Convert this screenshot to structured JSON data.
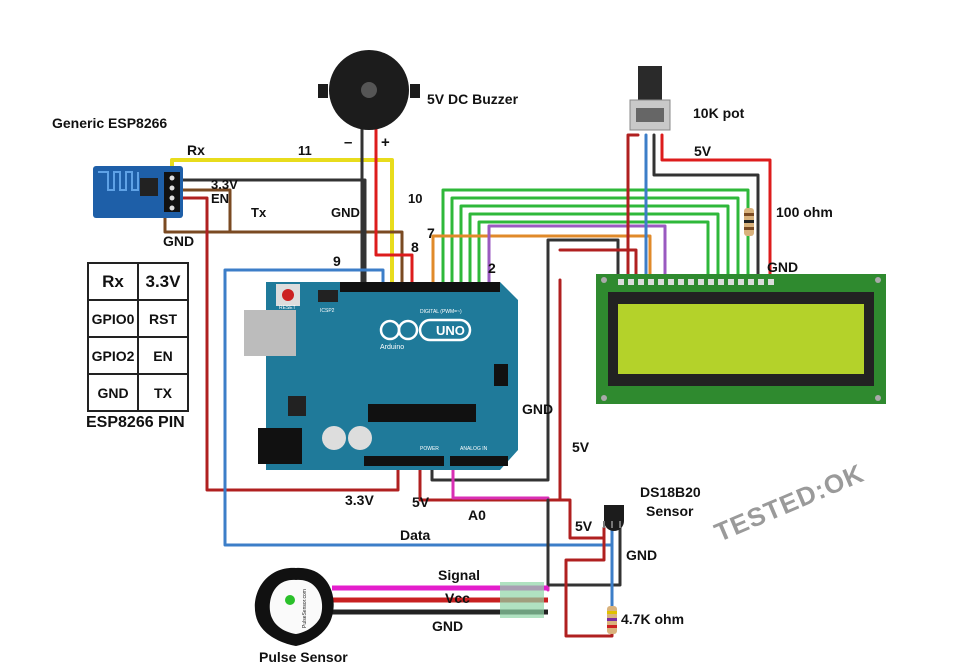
{
  "labels": {
    "esp_module": "Generic ESP8266",
    "buzzer": "5V DC Buzzer",
    "buzzer_minus": "–",
    "buzzer_plus": "+",
    "pot": "10K pot",
    "pot_5v": "5V",
    "resistor_100": "100 ohm",
    "lcd_gnd": "GND",
    "wire_rx": "Rx",
    "wire_33v": "3.3V",
    "wire_en": "EN",
    "wire_tx": "Tx",
    "wire_gnd_esp": "GND",
    "wire_gnd_top": "GND",
    "pin_11": "11",
    "pin_10": "10",
    "pin_9": "9",
    "pin_8": "8",
    "pin_7": "7",
    "pin_2": "2",
    "gnd_right": "GND",
    "five_v_right": "5V",
    "v33_bottom": "3.3V",
    "v5_bottom": "5V",
    "a0": "A0",
    "data": "Data",
    "ds18b20": "DS18B20",
    "ds_sensor": "Sensor",
    "ds_5v": "5V",
    "ds_gnd": "GND",
    "signal": "Signal",
    "vcc": "Vcc",
    "gnd_pulse": "GND",
    "res_47k": "4.7K ohm",
    "pulse_sensor": "Pulse Sensor",
    "tested": "TESTED:OK"
  },
  "pin_table": {
    "title": "ESP8266 PIN",
    "rows": [
      [
        "Rx",
        "3.3V"
      ],
      [
        "GPIO0",
        "RST"
      ],
      [
        "GPIO2",
        "EN"
      ],
      [
        "GND",
        "TX"
      ]
    ]
  },
  "board": {
    "uno": "UNO",
    "arduino": "Arduino",
    "reset": "RESET",
    "icsp2": "ICSP2",
    "digital": "DIGITAL (PWM=~)",
    "power": "POWER",
    "analog": "ANALOG IN",
    "pulse_brand": "PulseSensor.com"
  }
}
